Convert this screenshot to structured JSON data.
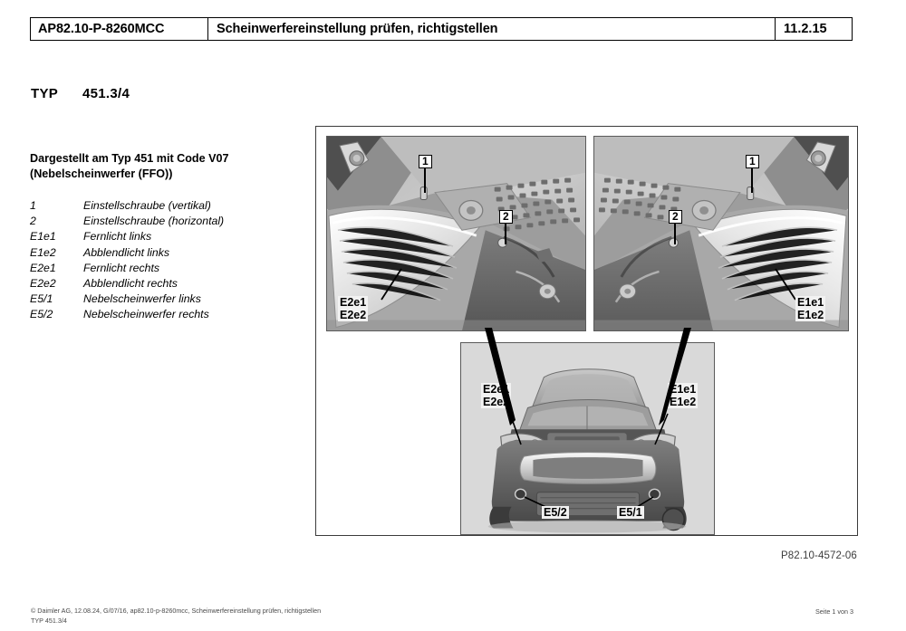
{
  "header": {
    "doc_id": "AP82.10-P-8260MCC",
    "title": "Scheinwerfereinstellung prüfen, richtigstellen",
    "date": "11.2.15"
  },
  "type_line": {
    "label": "TYP",
    "value": "451.3/4"
  },
  "intro": {
    "line1": "Dargestellt am Typ 451 mit Code V07",
    "line2": "(Nebelscheinwerfer (FFO))"
  },
  "legend": {
    "items": [
      {
        "key": "1",
        "text": "Einstellschraube (vertikal)"
      },
      {
        "key": "2",
        "text": "Einstellschraube (horizontal)"
      },
      {
        "key": "E1e1",
        "text": "Fernlicht links"
      },
      {
        "key": "E1e2",
        "text": "Abblendlicht links"
      },
      {
        "key": "E2e1",
        "text": "Fernlicht rechts"
      },
      {
        "key": "E2e2",
        "text": "Abblendlicht rechts"
      },
      {
        "key": "E5/1",
        "text": "Nebelscheinwerfer links"
      },
      {
        "key": "E5/2",
        "text": "Nebelscheinwerfer rechts"
      }
    ]
  },
  "figure": {
    "panel_left": {
      "callout_1": "1",
      "callout_2": "2",
      "label_lamp": "E2e1\nE2e2"
    },
    "panel_right": {
      "callout_1": "1",
      "callout_2": "2",
      "label_lamp": "E1e1\nE1e2"
    },
    "panel_car": {
      "label_left_lamp": "E2e1\nE2e2",
      "label_right_lamp": "E1e1\nE1e2",
      "label_fog_left": "E5/2",
      "label_fog_right": "E5/1"
    },
    "drawing_number": "P82.10-4572-06"
  },
  "footer": {
    "copyright_line1": "© Daimler AG, 12.08.24, G/07/16, ap82.10-p-8260mcc, Scheinwerfereinstellung prüfen, richtigstellen",
    "copyright_line2": "TYP 451.3/4",
    "page": "Seite 1 von 3"
  },
  "colors": {
    "ink": "#000000",
    "frame": "#3b3b3b",
    "panel_bg": "#c9c9c9",
    "car_panel_bg": "#d5d5d5"
  }
}
